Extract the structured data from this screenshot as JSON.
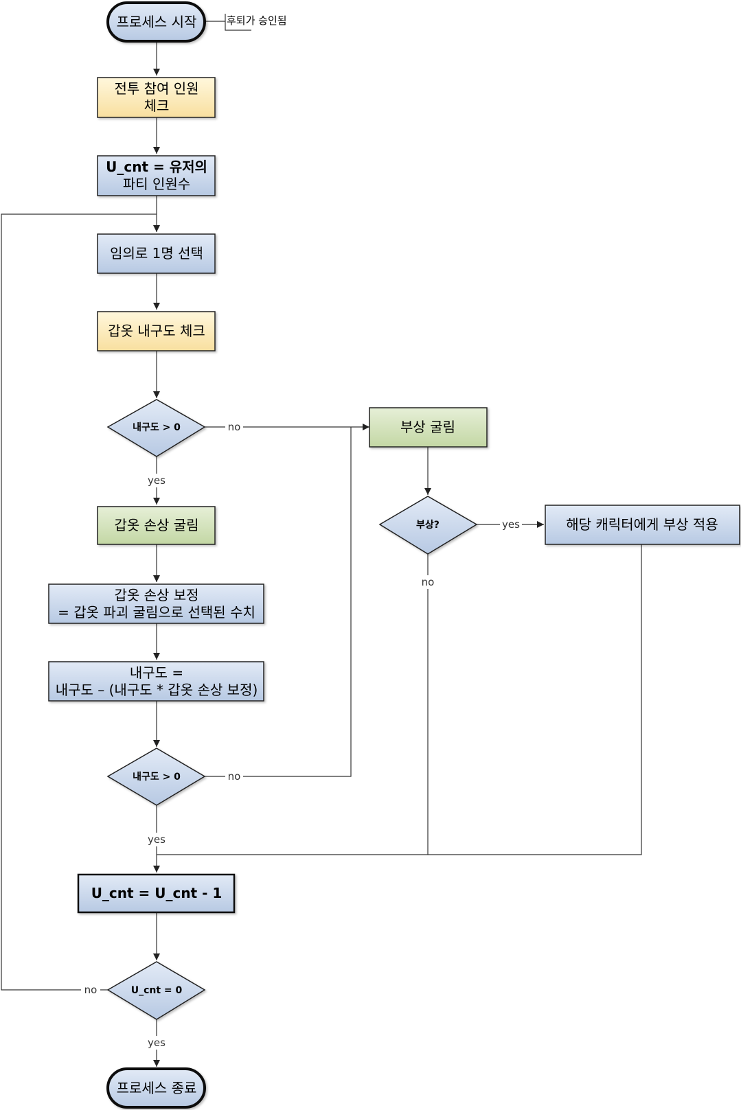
{
  "nodes": {
    "start": "프로세스 시작",
    "start_note": "후퇴가 승인됨",
    "check_party": [
      "전투 참여 인원",
      "체크"
    ],
    "u_cnt_init": [
      "U_cnt = 유저의",
      "파티 인원수"
    ],
    "pick_random": "임의로 1명 선택",
    "check_armor": "갑옷 내구도 체크",
    "decision_durability_1": "내구도 > 0",
    "roll_armor_damage": "갑옷 손상 굴림",
    "armor_damage_correction": [
      "갑옷 손상 보정",
      "= 갑옷 파괴 굴림으로 선택된 수치"
    ],
    "durability_update": [
      "내구도 =",
      "내구도 – (내구도 * 갑옷 손상 보정)"
    ],
    "decision_durability_2": "내구도 > 0",
    "roll_injury": "부상 굴림",
    "decision_injury": "부상?",
    "apply_injury": "해당 캐릭터에게 부상 적용",
    "u_cnt_decrement": "U_cnt = U_cnt - 1",
    "decision_u_cnt": "U_cnt = 0",
    "end": "프로세스 종료"
  },
  "edge_labels": {
    "yes": "yes",
    "no": "no"
  },
  "colors": {
    "blue_fill": "#c6d5ea",
    "yellow_fill": "#fbeab7",
    "green_fill": "#d4e3bc",
    "outline": "#222222"
  }
}
